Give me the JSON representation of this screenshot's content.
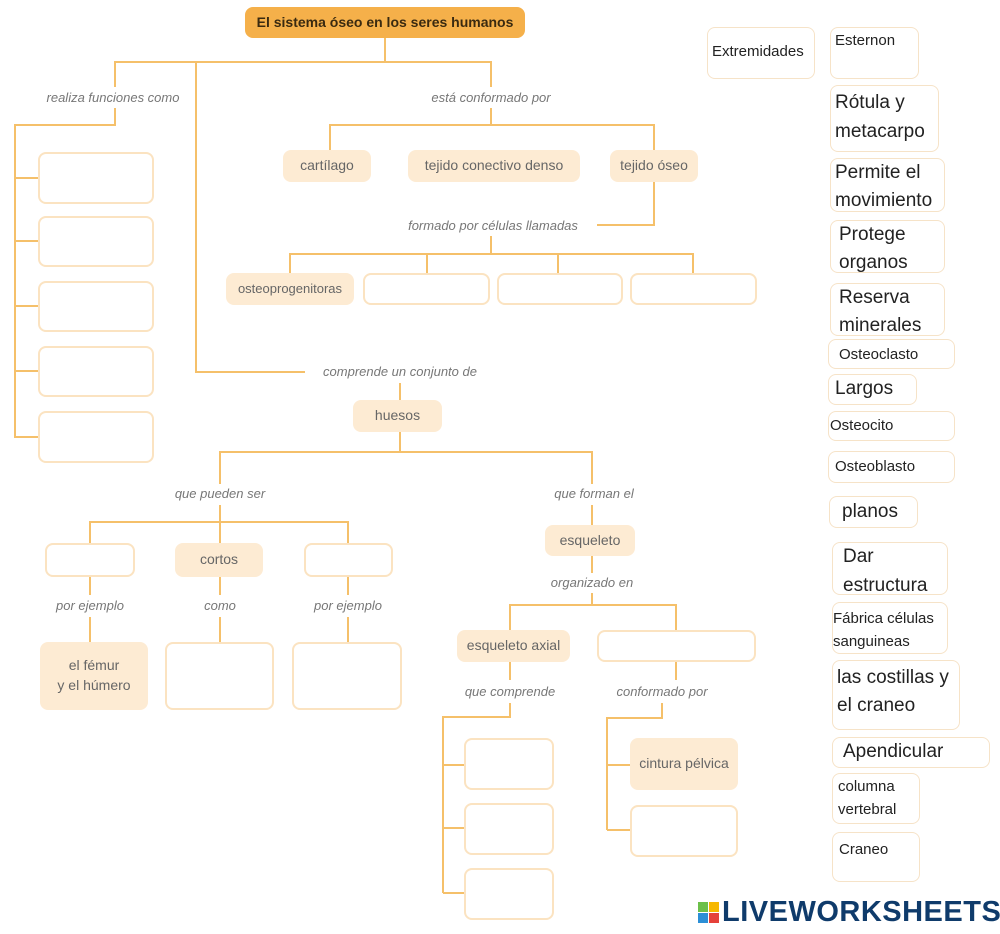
{
  "title": "El sistema óseo en los seres humanos",
  "labels": {
    "funciones": "realiza funciones como",
    "conformado": "está conformado por",
    "celulas": "formado por células llamadas",
    "comprende": "comprende un conjunto de",
    "pueden_ser": "que pueden ser",
    "forman": "que forman el",
    "ejemplo1": "por ejemplo",
    "como": "como",
    "ejemplo2": "por ejemplo",
    "organizado": "organizado en",
    "que_comprende": "que comprende",
    "conformado2": "conformado por"
  },
  "nodes": {
    "cartilago": "cartílago",
    "tejido_conectivo": "tejido conectivo denso",
    "tejido_oseo": "tejido óseo",
    "osteoprogenitoras": "osteoprogenitoras",
    "huesos": "huesos",
    "cortos": "cortos",
    "femur": "el fémur\ny el húmero",
    "esqueleto": "esqueleto",
    "axial": "esqueleto axial",
    "cintura": "cintura pélvica"
  },
  "word_bank": [
    "Extremidades",
    "Esternon",
    "Rótula y metacarpo",
    "Permite el movimiento",
    "Protege organos",
    "Reserva minerales",
    "Osteoclasto",
    "Largos",
    "Osteocito",
    "Osteoblasto",
    "planos",
    "Dar estructura",
    "Fábrica células sanguineas",
    "las costillas y el craneo",
    "Apendicular",
    "columna vertebral",
    "Craneo"
  ],
  "logo": "LIVEWORKSHEETS",
  "colors": {
    "line": "#f5c06a",
    "title": "#f5b04a",
    "fill": "#fdebd3"
  }
}
